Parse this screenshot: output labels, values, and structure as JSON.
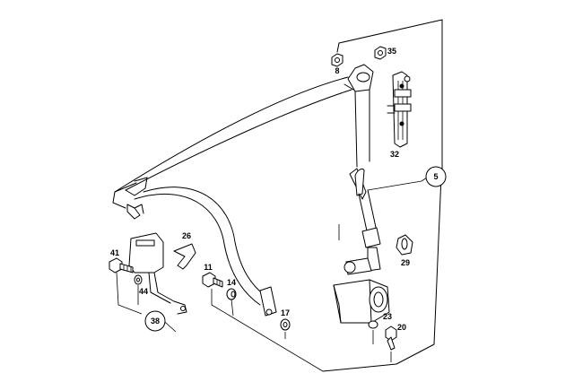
{
  "labels": {
    "p8": "8",
    "p35": "35",
    "p32": "32",
    "p5": "5",
    "p26": "26",
    "p41": "41",
    "p44": "44",
    "p11": "11",
    "p14": "14",
    "p38": "38",
    "p17": "17",
    "p29": "29",
    "p23": "23",
    "p20": "20"
  }
}
